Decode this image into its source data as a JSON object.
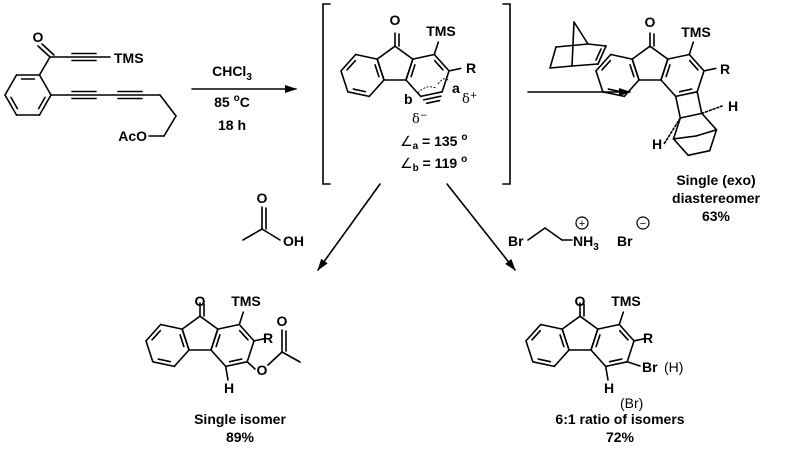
{
  "starting_material": {
    "O": "O",
    "TMS": "TMS",
    "AcO": "AcO"
  },
  "conditions": {
    "solvent": "CHCl",
    "solvent_sub": "3",
    "temp": "85 ",
    "temp_sup": "o",
    "temp_unit": "C",
    "time": "18 h"
  },
  "intermediate": {
    "O": "O",
    "TMS": "TMS",
    "R": "R",
    "a": "a",
    "b": "b",
    "delta": "δ",
    "delta_plus": "+",
    "delta_minus": "−",
    "angle_symbol": "∠",
    "angle_a_label": "a",
    "angle_a_value": " = 135 ",
    "angle_a_unit": "o",
    "angle_b_label": "b",
    "angle_b_value": " = 119 ",
    "angle_b_unit": "o"
  },
  "product_norbornene": {
    "O": "O",
    "TMS": "TMS",
    "R": "R",
    "H1": "H",
    "H2": "H",
    "line1": "Single (exo)",
    "line2": "diastereomer",
    "yield": "63%"
  },
  "reagent_acetic_acid": {
    "O": "O",
    "OH": "OH"
  },
  "reagent_salt": {
    "Br": "Br",
    "N": "NH",
    "N_sub": "3",
    "plus": "+",
    "counter": "Br",
    "minus": "−"
  },
  "product_acetate": {
    "O": "O",
    "TMS": "TMS",
    "R": "R",
    "O_ester": "O",
    "O_carbonyl": "O",
    "H": "H",
    "line1": "Single isomer",
    "yield": "89%"
  },
  "product_bromide": {
    "O": "O",
    "TMS": "TMS",
    "R": "R",
    "Br": "Br",
    "Br_alt": "(H)",
    "H": "H",
    "H_alt": "(Br)",
    "line1": "6:1 ratio of isomers",
    "yield": "72%"
  }
}
